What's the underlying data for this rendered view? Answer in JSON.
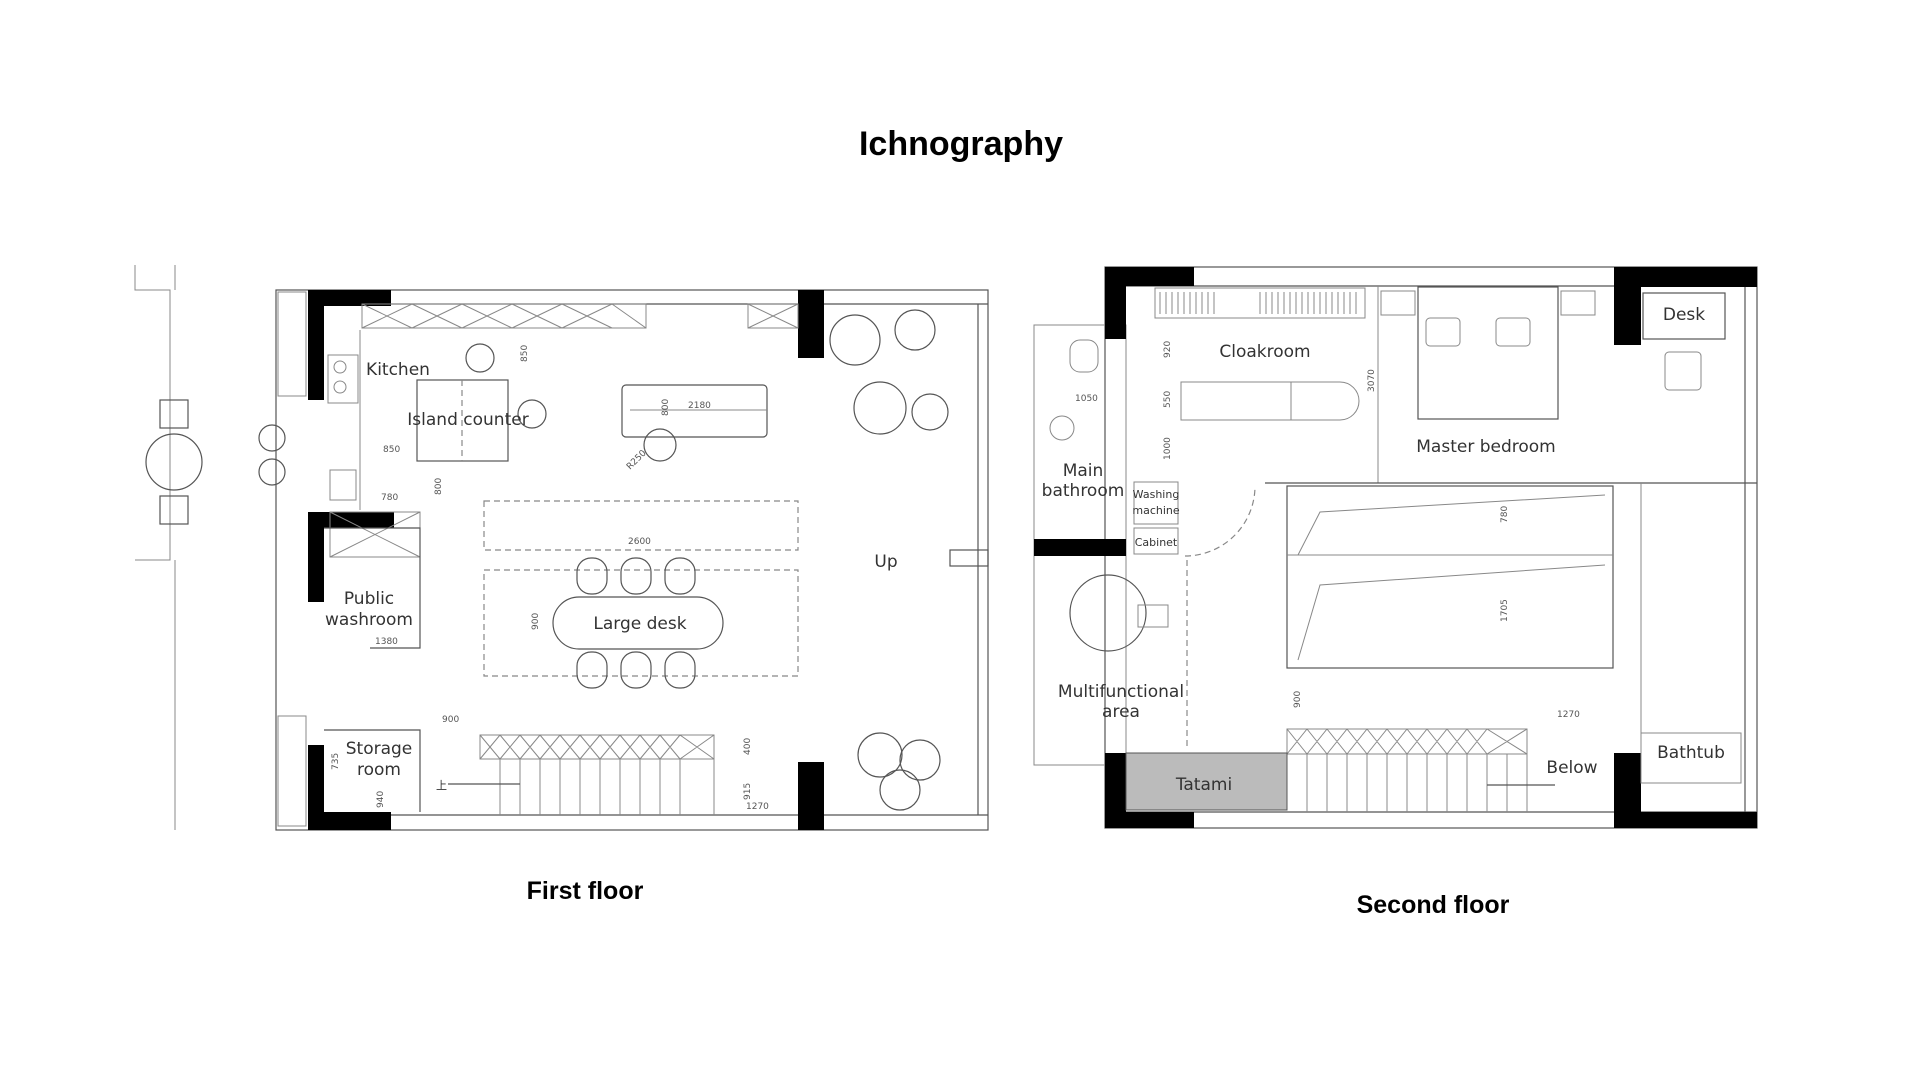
{
  "title": "Ichnography",
  "first_floor": {
    "label": "First floor",
    "rooms": {
      "kitchen": "Kitchen",
      "island_counter": "Island counter",
      "large_desk": "Large desk",
      "up": "Up",
      "public_washroom_1": "Public",
      "public_washroom_2": "washroom",
      "storage_room_1": "Storage",
      "storage_room_2": "room",
      "stair_mark": "上"
    },
    "dimensions": [
      "850",
      "2180",
      "800",
      "R250",
      "850",
      "780",
      "800",
      "2600",
      "900",
      "1380",
      "900",
      "400",
      "915",
      "1270",
      "735",
      "940"
    ]
  },
  "second_floor": {
    "label": "Second floor",
    "rooms": {
      "cloakroom": "Cloakroom",
      "master_bedroom": "Master bedroom",
      "desk": "Desk",
      "main_bathroom_1": "Main",
      "main_bathroom_2": "bathroom",
      "washing_machine_1": "Washing",
      "washing_machine_2": "machine",
      "cabinet": "Cabinet",
      "multifunctional_1": "Multifunctional",
      "multifunctional_2": "area",
      "tatami": "Tatami",
      "below": "Below",
      "bathtub": "Bathtub"
    },
    "dimensions": [
      "920",
      "550",
      "1000",
      "1050",
      "3070",
      "780",
      "1705",
      "900",
      "1270"
    ]
  }
}
